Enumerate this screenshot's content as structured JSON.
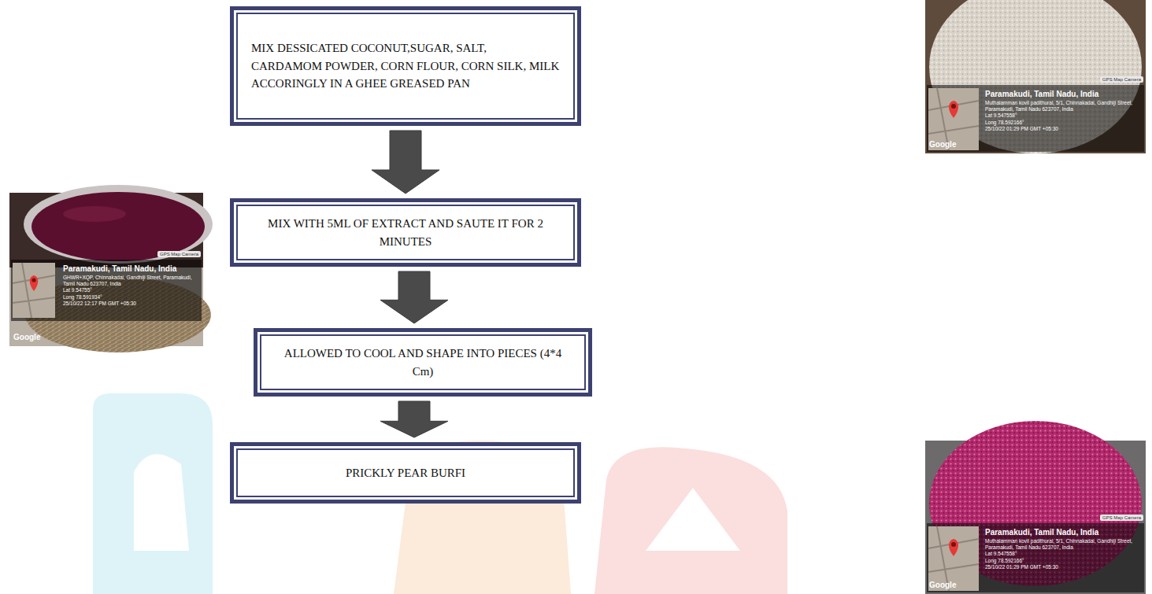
{
  "diagram": {
    "nodes": [
      {
        "text": [
          "MIX DESSICATED COCONUT,SUGAR, SALT, CARDAMOM POWDER, CORN FLOUR, CORN SILK, MILK ACCORINGLY IN A GHEE GREASED PAN"
        ]
      },
      {
        "text": [
          "MIX WITH 5ML OF EXTRACT AND SAUTE IT FOR 2 MINUTES"
        ]
      },
      {
        "text": [
          "ALLOWED TO COOL AND SHAPE INTO PIECES (4*4 Cm)"
        ]
      },
      {
        "text": [
          "PRICKLY PEAR BURFI"
        ]
      }
    ],
    "edges": [
      {
        "from": 0,
        "to": 1,
        "arrow": "to"
      },
      {
        "from": 1,
        "to": 2,
        "arrow": "to"
      },
      {
        "from": 2,
        "to": 3,
        "arrow": "to"
      }
    ],
    "labels": [
      "GPS Map Camera",
      "Paramakudi, Tamil Nadu, India",
      "Muthalamman kovil padithural, 5/1, Chinnakadai, Gandhiji Street, Paramakudi, Tamil Nadu 623707, India",
      "Lat 9.547558°",
      "Long 78.592166°",
      "25/10/22 01:29 PM GMT +05:30",
      "Google",
      "GPS Map Camera",
      "Paramakudi, Tamil Nadu, India",
      "GHWR+XQP, Chinnakadai, Gandhiji Street, Paramakudi, Tamil Nadu 623707, India",
      "Lat 9.54755°",
      "Long 78.591934°",
      "25/10/22 12:17 PM GMT +05:30",
      "Google",
      "GPS Map Camera",
      "Paramakudi, Tamil Nadu, India",
      "Muthalamman kovil padithural, 5/1, Chinnakadai, Gandhiji Street, Paramakudi, Tamil Nadu 623707, India",
      "Lat 9.547558°",
      "Long 78.592166°",
      "25/10/22 01:29 PM GMT +05:30",
      "Google"
    ]
  }
}
